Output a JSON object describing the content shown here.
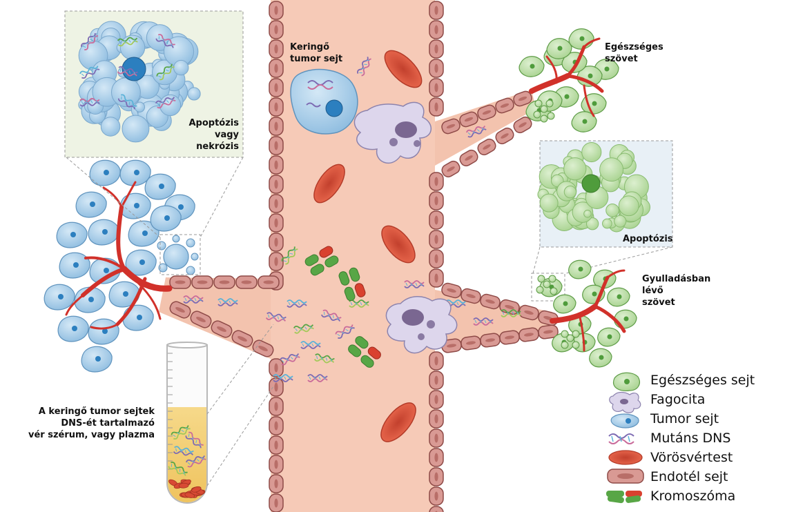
{
  "labels": {
    "circulating_tumor_cell": [
      "Keringő",
      "tumor sejt"
    ],
    "healthy_tissue": [
      "Egészséges",
      "szövet"
    ],
    "apoptosis_necrosis": [
      "Apoptózis",
      "vagy",
      "nekrózis"
    ],
    "apoptosis": "Apoptózis",
    "inflamed_tissue": [
      "Gyulladásban",
      "lévő",
      "szövet"
    ],
    "serum_plasma": [
      "A keringő tumor sejtek",
      "DNS-ét tartalmazó",
      "vér szérum, vagy plazma"
    ]
  },
  "legend": [
    {
      "icon": "healthy-cell-icon",
      "label": "Egészséges sejt"
    },
    {
      "icon": "phagocyte-icon",
      "label": "Fagocita"
    },
    {
      "icon": "tumor-cell-icon",
      "label": "Tumor sejt"
    },
    {
      "icon": "mutant-dna-icon",
      "label": "Mutáns DNS"
    },
    {
      "icon": "red-blood-cell-icon",
      "label": "Vörösvértest"
    },
    {
      "icon": "endothelial-cell-icon",
      "label": "Endotél sejt"
    },
    {
      "icon": "chromosome-icon",
      "label": "Kromoszóma"
    }
  ],
  "colors": {
    "vessel_fill": "#f6c9b6",
    "endothelial": "#d99a94",
    "endothelial_stroke": "#8e4a47",
    "rbc": "#e0553d",
    "tumor_cell": "#a9cce8",
    "tumor_nucleus": "#2c7fbf",
    "healthy_cell": "#b9dca4",
    "healthy_nucleus": "#4f9c3c",
    "phagocyte": "#d9d2ea",
    "capillary": "#d1312a"
  }
}
